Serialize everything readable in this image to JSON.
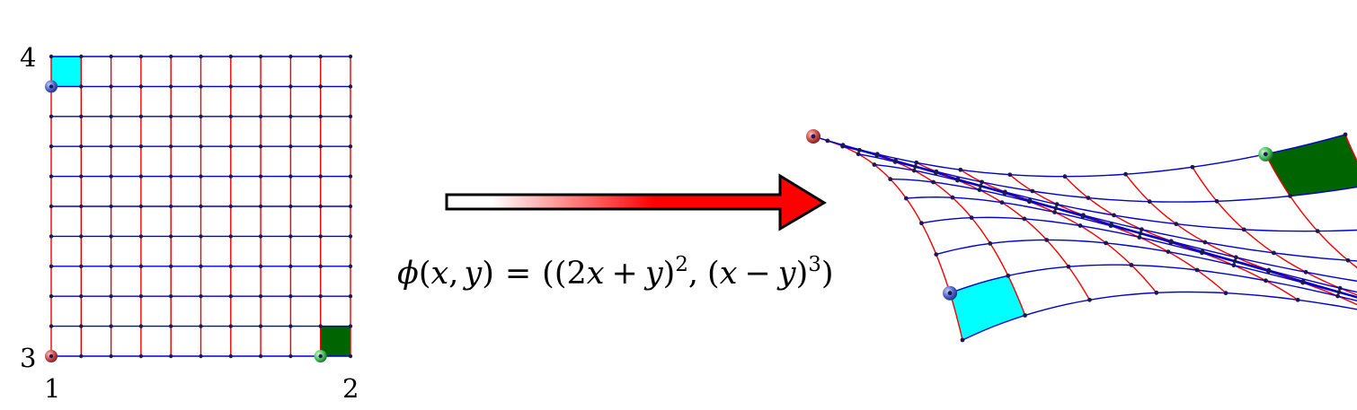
{
  "diagram": {
    "domain_grid": {
      "divisions": 10
    },
    "corner_labels": {
      "c1": "1",
      "c2": "2",
      "c3": "3",
      "c4": "4"
    },
    "formula": {
      "phi": "ϕ",
      "open": "(",
      "x": "x",
      "comma1": ",",
      "y": "y",
      "close": ")",
      "eq": "=",
      "rhs_open": "((2",
      "rhs_x1": "x",
      "plus": "+",
      "rhs_y1": "y",
      "rhs_mid": ")",
      "exp2": "2",
      "comma2": ",",
      "rhs_open2": "(",
      "rhs_x2": "x",
      "minus": "−",
      "rhs_y2": "y",
      "rhs_close2": ")",
      "exp3": "3",
      "rhs_end": ")"
    },
    "colors": {
      "horizontal_lines": "#0000cc",
      "vertical_lines": "#ee0000",
      "node": "#1a1a4d",
      "cyan_cell": "#00ffff",
      "green_cell": "#006400",
      "marker_red": "#c84444",
      "marker_blue": "#4a5fc8",
      "marker_green": "#44bb55",
      "arrow_start": "#ffffff",
      "arrow_end": "#ff0000"
    }
  }
}
